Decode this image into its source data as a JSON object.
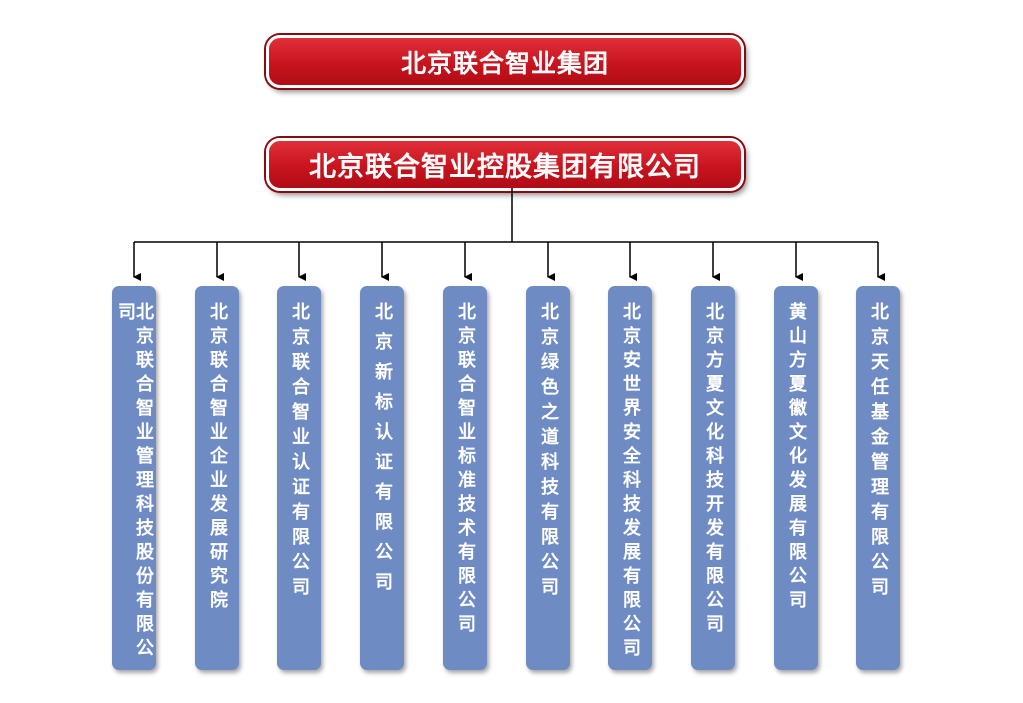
{
  "top": {
    "group_name": "北京联合智业集团",
    "holding_company": "北京联合智业控股集团有限公司"
  },
  "subsidiaries": [
    "北京联合智业管理科技股份有限公司",
    "北京联合智业企业发展研究院",
    "北京联合智业认证有限公司",
    "北京新标认证有限公司",
    "北京联合智业标准技术有限公司",
    "北京绿色之道科技有限公司",
    "北京安世界安全科技发展有限公司",
    "北京方夏文化科技开发有限公司",
    "黄山方夏徽文化发展有限公司",
    "北京天任基金管理有限公司"
  ],
  "colors": {
    "banner_red": "#c8141e",
    "box_blue": "#6f8bc4",
    "line": "#000000"
  }
}
